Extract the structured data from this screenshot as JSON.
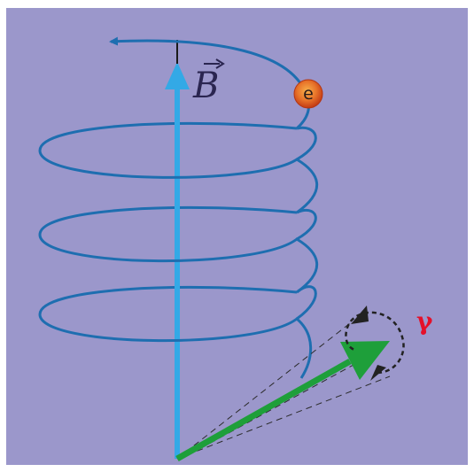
{
  "labels": {
    "magnetic_field": "B",
    "electron": "e",
    "photon": "γ"
  },
  "colors": {
    "background": "#9b97cb",
    "border": "#ffffff",
    "helix": "#1e6eb0",
    "field_arrow": "#33a9e6",
    "photon_arrow": "#1e9f3a",
    "electron_outer": "#d8461c",
    "electron_inner": "#f5a23a",
    "photon_label": "#e4102a",
    "text": "#2a2550",
    "dashed": "#222222"
  }
}
